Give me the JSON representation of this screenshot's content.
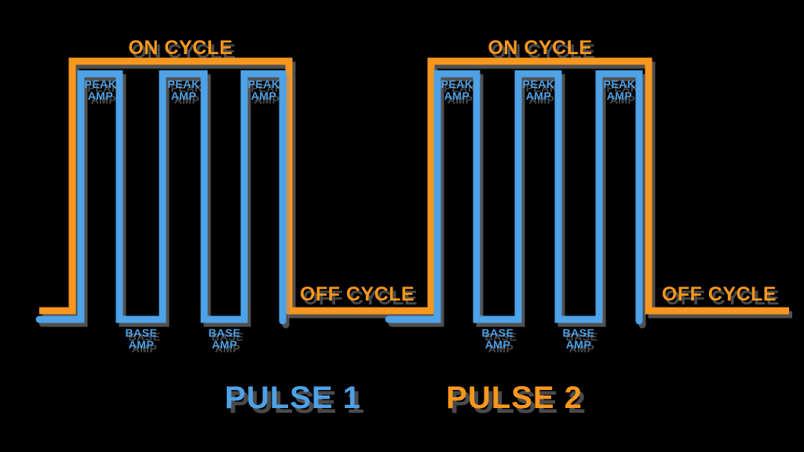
{
  "colors": {
    "background": "#000000",
    "orange": "#F8971D",
    "blue": "#4DA2E8",
    "shadow": "#949494"
  },
  "pulse1": {
    "name": "PULSE 1",
    "on_cycle": "ON CYCLE",
    "off_cycle": "OFF CYCLE",
    "peak_labels": [
      "PEAK AMP",
      "PEAK AMP",
      "PEAK AMP"
    ],
    "base_labels": [
      "BASE AMP",
      "BASE AMP"
    ]
  },
  "pulse2": {
    "name": "PULSE 2",
    "on_cycle": "ON CYCLE",
    "off_cycle": "OFF CYCLE",
    "peak_labels": [
      "PEAK AMP",
      "PEAK AMP",
      "PEAK AMP"
    ],
    "base_labels": [
      "BASE AMP",
      "BASE AMP"
    ]
  },
  "waveform": {
    "pulses": 2,
    "peaks_per_pulse": 3,
    "levels": [
      "PEAK AMP",
      "BASE AMP"
    ],
    "cycle_states": [
      "ON CYCLE",
      "OFF CYCLE"
    ]
  }
}
